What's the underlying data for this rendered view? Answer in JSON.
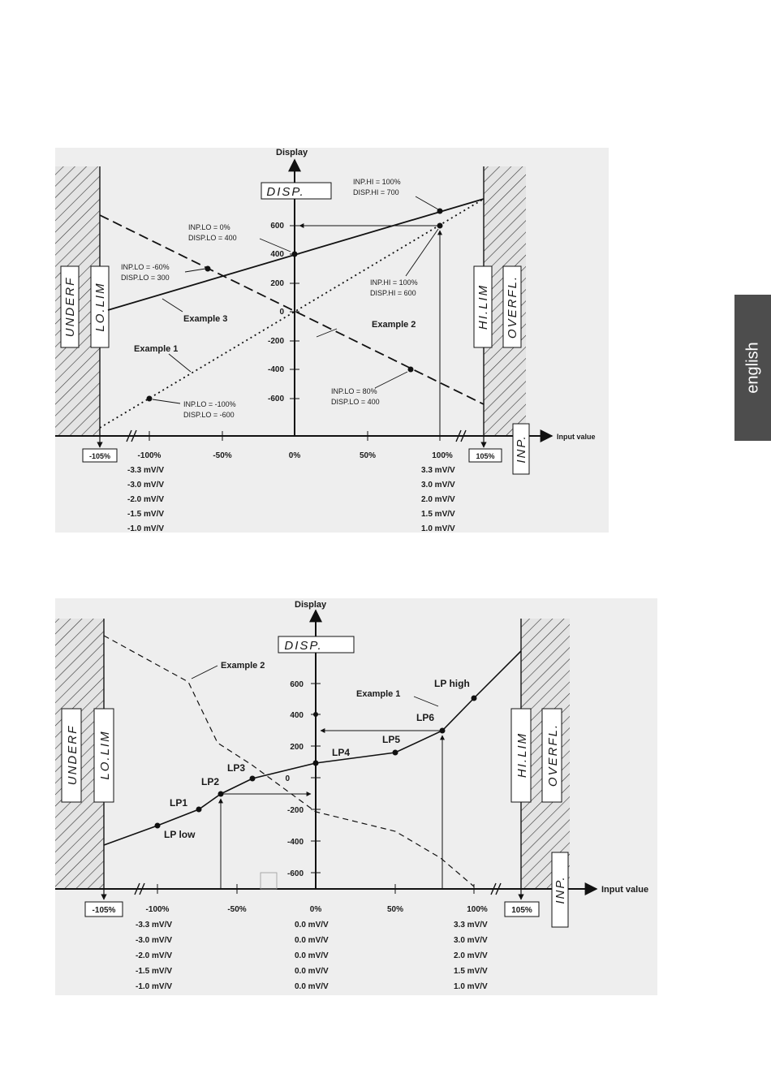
{
  "side_tab": {
    "label": "english"
  },
  "diagram1": {
    "ylabel": "Display",
    "xlabel": "Input value",
    "display_label": "DISP.",
    "y_ticks": [
      "600",
      "400",
      "200",
      "0",
      "-200",
      "-400",
      "-600"
    ],
    "x_ticks": [
      "-100%",
      "-50%",
      "0%",
      "50%",
      "100%"
    ],
    "x_left_boundary": "-105%",
    "x_right_boundary": "105%",
    "left_zone_labels": [
      "UNDERF",
      "LO.LIM"
    ],
    "right_zone_labels": [
      "HI.LIM",
      "OVERFL."
    ],
    "input_label": "INP.",
    "mv_left": [
      "-3.3 mV/V",
      "-3.0 mV/V",
      "-2.0 mV/V",
      "-1.5 mV/V",
      "-1.0 mV/V"
    ],
    "mv_right": [
      "3.3 mV/V",
      "3.0 mV/V",
      "2.0 mV/V",
      "1.5 mV/V",
      "1.0 mV/V"
    ],
    "annotations": {
      "inp_hi_100_700": [
        "INP.HI = 100%",
        "DISP.HI = 700"
      ],
      "inp_lo_0_400": [
        "INP.LO = 0%",
        "DISP.LO = 400"
      ],
      "inp_lo_m60_300": [
        "INP.LO = -60%",
        "DISP.LO = 300"
      ],
      "inp_hi_100_600": [
        "INP.HI = 100%",
        "DISP.HI = 600"
      ],
      "inp_lo_m100_m600": [
        "INP.LO = -100%",
        "DISP.LO = -600"
      ],
      "inp_lo_80_m400": [
        "INP.LO = 80%",
        "DISP.LO = 400"
      ]
    },
    "examples": [
      "Example 1",
      "Example 2",
      "Example 3"
    ]
  },
  "diagram2": {
    "ylabel": "Display",
    "xlabel": "Input value",
    "display_label": "DISP.",
    "y_ticks": [
      "600",
      "400",
      "200",
      "0",
      "-200",
      "-400",
      "-600"
    ],
    "x_ticks": [
      "-100%",
      "-50%",
      "0%",
      "50%",
      "100%"
    ],
    "x_left_boundary": "-105%",
    "x_right_boundary": "105%",
    "left_zone_labels": [
      "UNDERF",
      "LO.LIM"
    ],
    "right_zone_labels": [
      "HI.LIM",
      "OVERFL."
    ],
    "input_label": "INP.",
    "mv_left": [
      "-3.3 mV/V",
      "-3.0 mV/V",
      "-2.0 mV/V",
      "-1.5 mV/V",
      "-1.0 mV/V"
    ],
    "mv_mid": [
      "0.0 mV/V",
      "0.0 mV/V",
      "0.0 mV/V",
      "0.0 mV/V",
      "0.0 mV/V"
    ],
    "mv_right": [
      "3.3 mV/V",
      "3.0 mV/V",
      "2.0 mV/V",
      "1.5 mV/V",
      "1.0 mV/V"
    ],
    "examples": [
      "Example 1",
      "Example 2"
    ],
    "points": [
      "LP low",
      "LP1",
      "LP2",
      "LP3",
      "LP4",
      "LP5",
      "LP6",
      "LP high"
    ]
  }
}
